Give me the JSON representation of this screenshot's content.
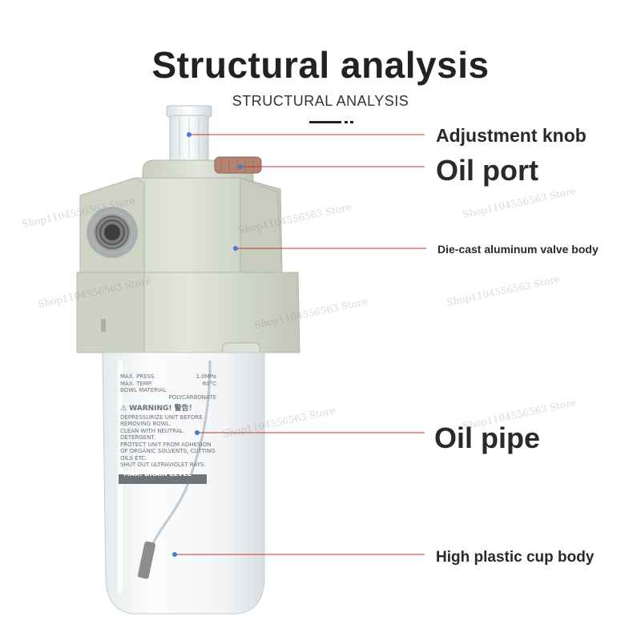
{
  "header": {
    "title": "Structural analysis",
    "subtitle": "STRUCTURAL ANALYSIS"
  },
  "labels": {
    "adjustment_knob": "Adjustment knob",
    "oil_port": "Oil port",
    "valve_body": "Die-cast aluminum valve body",
    "oil_pipe": "Oil pipe",
    "cup_body": "High plastic cup body"
  },
  "cup_print": {
    "max_press": "MAX. PRESS.",
    "max_press_val": "1.0MPa",
    "max_temp": "MAX. TEMP.",
    "max_temp_val": "60°C",
    "bowl_material": "BOWL MATERIAL",
    "bowl_material_val": "POLYCARBONATE",
    "warning": "⚠ WARNING! 警告！",
    "line1": "DEPRESSURIZE UNIT BEFORE",
    "line2": "REMOVING BOWL.",
    "line3": "CLEAN WITH NEUTRAL DETERGENT.",
    "line4": "PROTECT UNIT FROM ADHESION",
    "line5": "OF ORGANIC SOLVENTS, CUTTING",
    "line6": "OILS ETC.",
    "line7": "SHUT OUT ULTRAVIOLET RAYS.",
    "drain": "MAX. DRAIN LEVEL"
  },
  "watermark": "Shop1104556563 Store",
  "colors": {
    "title": "#222222",
    "label": "#2a2a2a",
    "leader_line": "#c0392b",
    "dot": "#3f7fd6",
    "housing": "#d9ddd2",
    "housing_shadow": "#b9bfb1"
  }
}
